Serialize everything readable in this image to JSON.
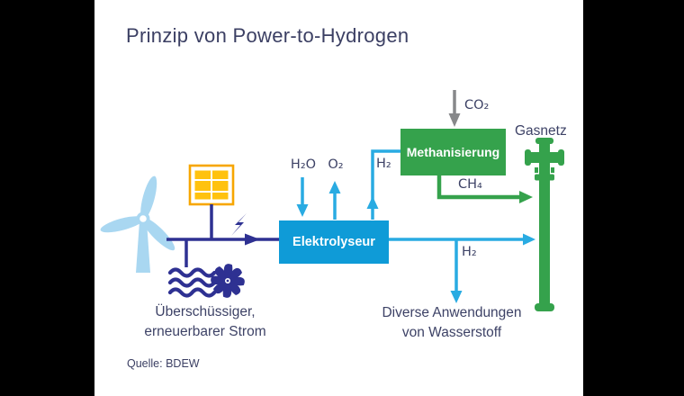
{
  "title": "Prinzip von Power-to-Hydrogen",
  "source": "Quelle: BDEW",
  "colors": {
    "navy": "#2e3192",
    "cyan_arrow": "#29abe2",
    "electrolyzer_blue": "#0f9bd7",
    "methanation_green": "#35a24c",
    "co2_gray": "#87888a",
    "turbine_light_blue": "#a9d7f1",
    "solar_yellow": "#ffc20e",
    "solar_frame_orange": "#f7a600",
    "text_dark": "#3b3f63"
  },
  "nodes": {
    "electrolyzer": {
      "label": "Elektrolyseur"
    },
    "methanation": {
      "label": "Methanisierung"
    }
  },
  "flows": {
    "h2o": "H₂O",
    "o2": "O₂",
    "h2_to_methanation": "H₂",
    "h2_to_applications": "H₂",
    "co2": "CO₂",
    "ch4": "CH₄"
  },
  "labels": {
    "gas_network": "Gasnetz",
    "renewable_line1": "Überschüssiger,",
    "renewable_line2": "erneuerbarer Strom",
    "applications_line1": "Diverse Anwendungen",
    "applications_line2": "von Wasserstoff"
  }
}
